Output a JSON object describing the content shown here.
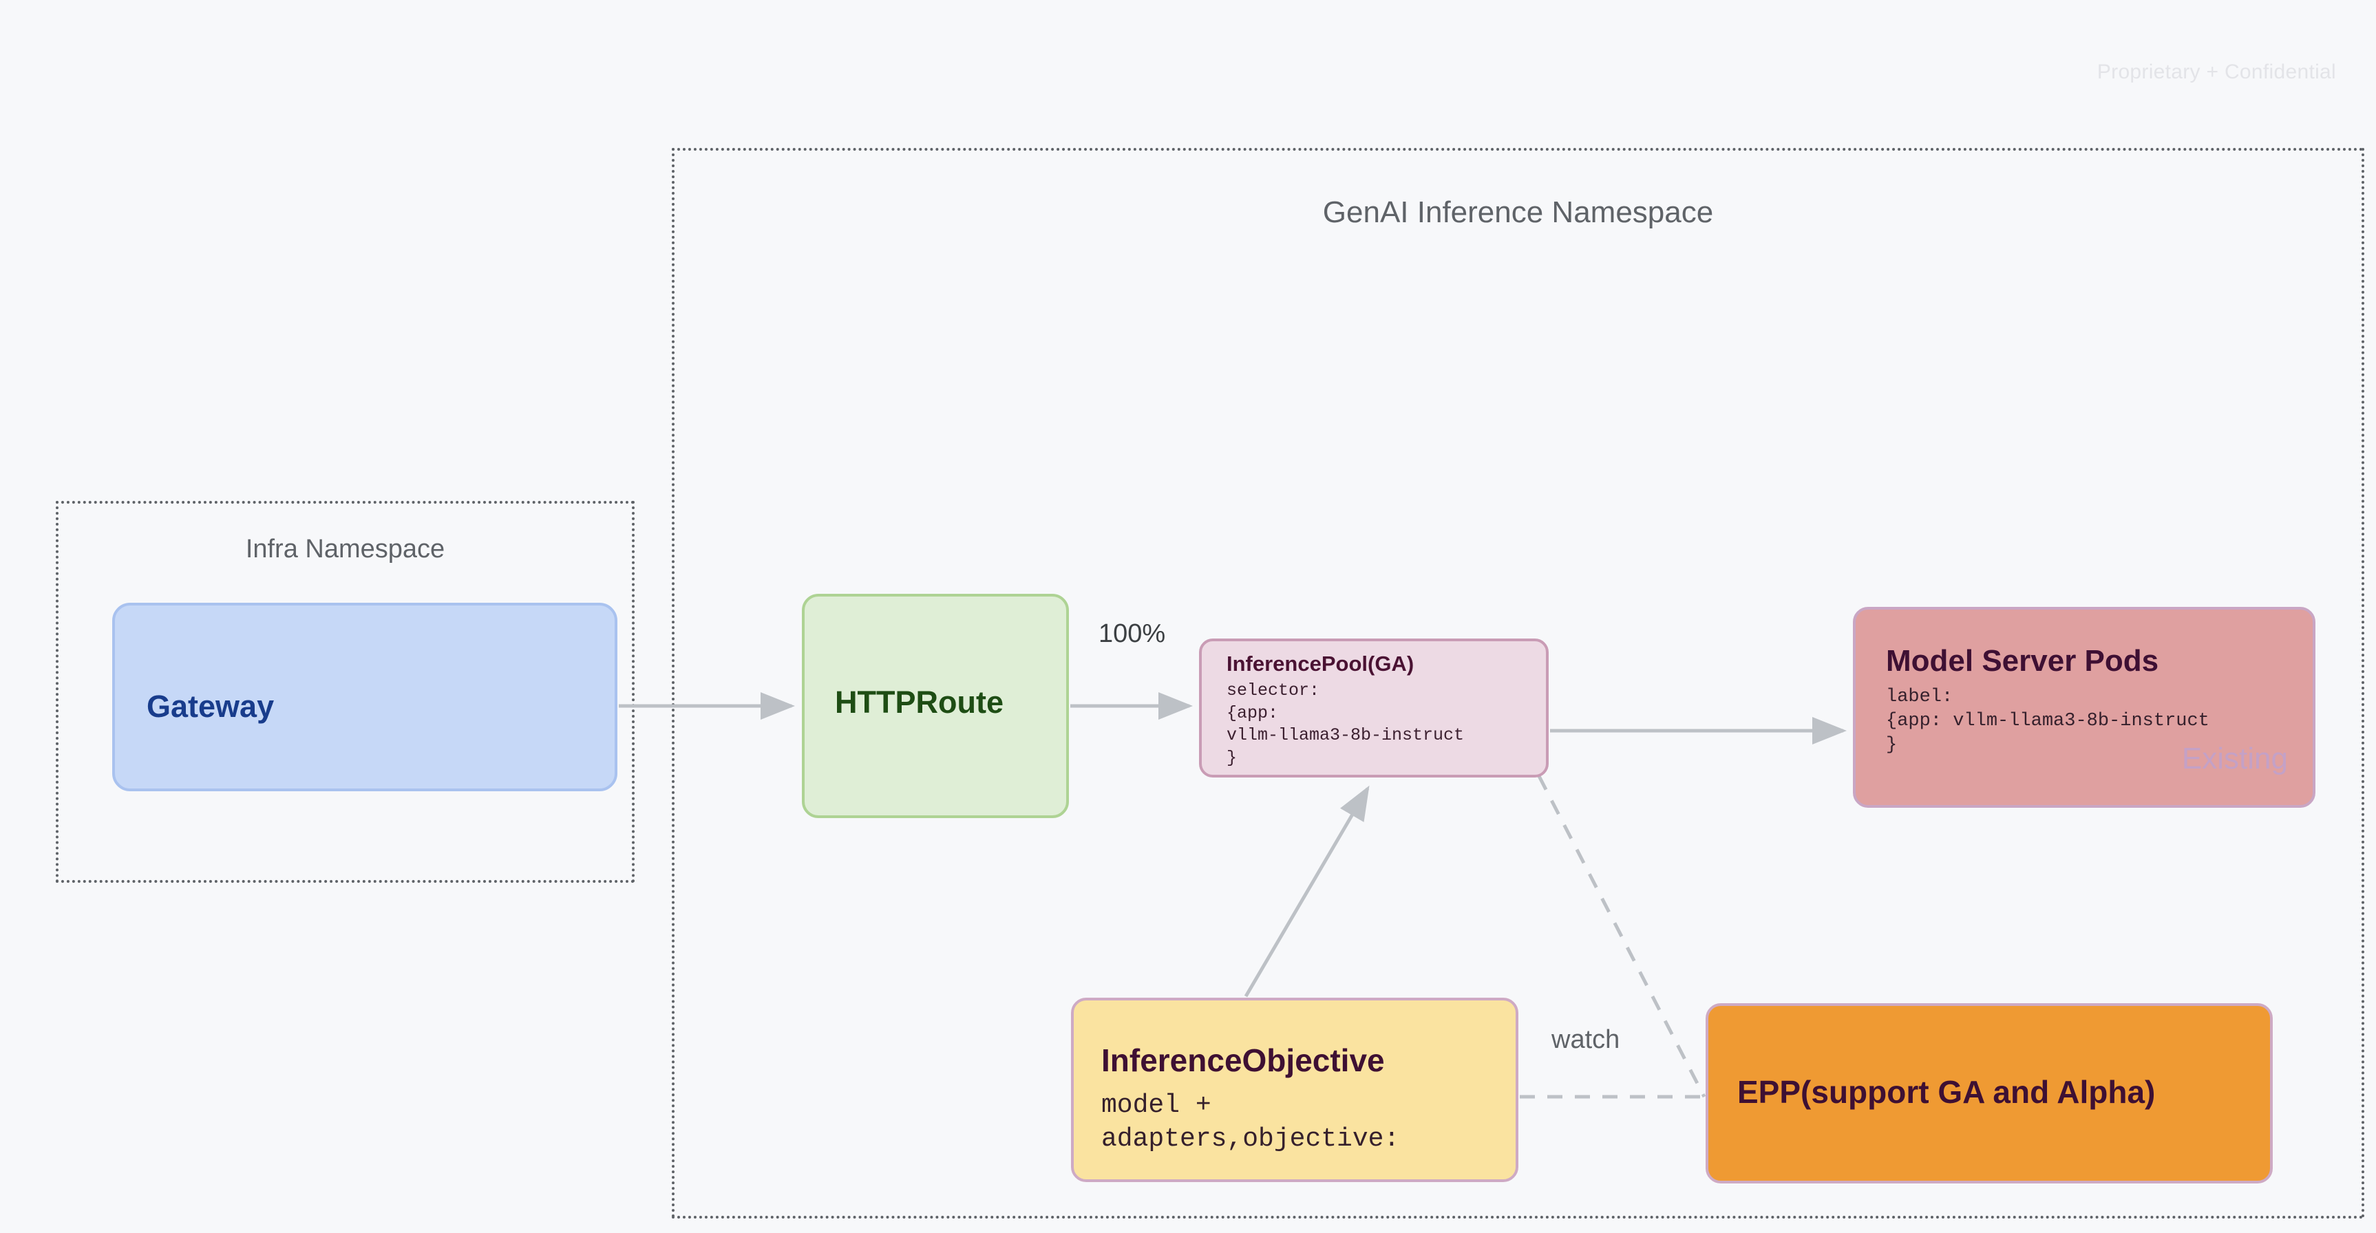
{
  "watermark": "Proprietary + Confidential",
  "namespaces": {
    "genai": {
      "title": "GenAI Inference Namespace"
    },
    "infra": {
      "title": "Infra Namespace"
    }
  },
  "nodes": {
    "gateway": {
      "title": "Gateway"
    },
    "httproute": {
      "title": "HTTPRoute"
    },
    "inference_pool": {
      "title": "InferencePool(GA)",
      "body": "selector:\n{app:\nvllm-llama3-8b-instruct\n}"
    },
    "model_server_pods": {
      "title": "Model Server Pods",
      "body": "label:\n{app: vllm-llama3-8b-instruct\n}",
      "badge": "Existing"
    },
    "inference_objective": {
      "title": "InferenceObjective",
      "body": "model +\nadapters,objective:"
    },
    "epp": {
      "title": "EPP(support GA and Alpha)"
    }
  },
  "edges": {
    "traffic_split_label": "100%",
    "watch_label": "watch"
  },
  "colors": {
    "background": "#f7f8fa",
    "gateway_fill": "#c6d8f7",
    "gateway_border": "#a9c2ef",
    "gateway_text": "#183c8c",
    "httproute_fill": "#dfeed6",
    "httproute_border": "#aed394",
    "httproute_text": "#1e4d14",
    "inference_pool_fill": "#eddae4",
    "inference_pool_border": "#c99cb5",
    "model_server_fill": "#dfa0a0",
    "inference_objective_fill": "#fae3a0",
    "epp_fill": "#ef9a33",
    "node_text_dark": "#3e1033",
    "namespace_border": "#5f6368",
    "connector": "#bdc1c6",
    "watermark": "#e3e4e8"
  }
}
